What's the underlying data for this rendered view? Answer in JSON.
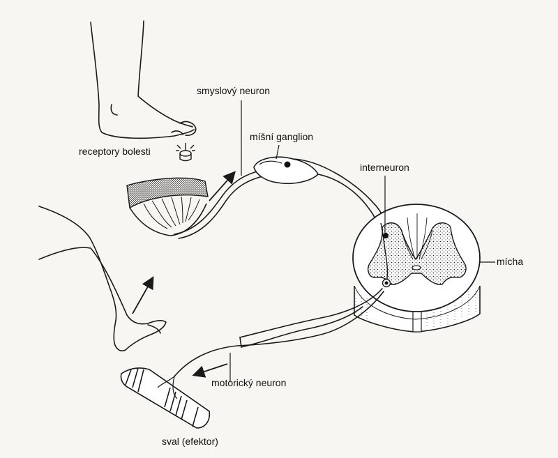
{
  "labels": {
    "sensory_neuron": "smyslový neuron",
    "spinal_ganglion": "míšní ganglion",
    "pain_receptors": "receptory bolesti",
    "interneuron": "interneuron",
    "spinal_cord": "mícha",
    "motor_neuron": "motorický neuron",
    "muscle_effector": "sval (efektor)"
  },
  "colors": {
    "ink": "#1a1a1a",
    "paper": "#f7f6f3"
  }
}
